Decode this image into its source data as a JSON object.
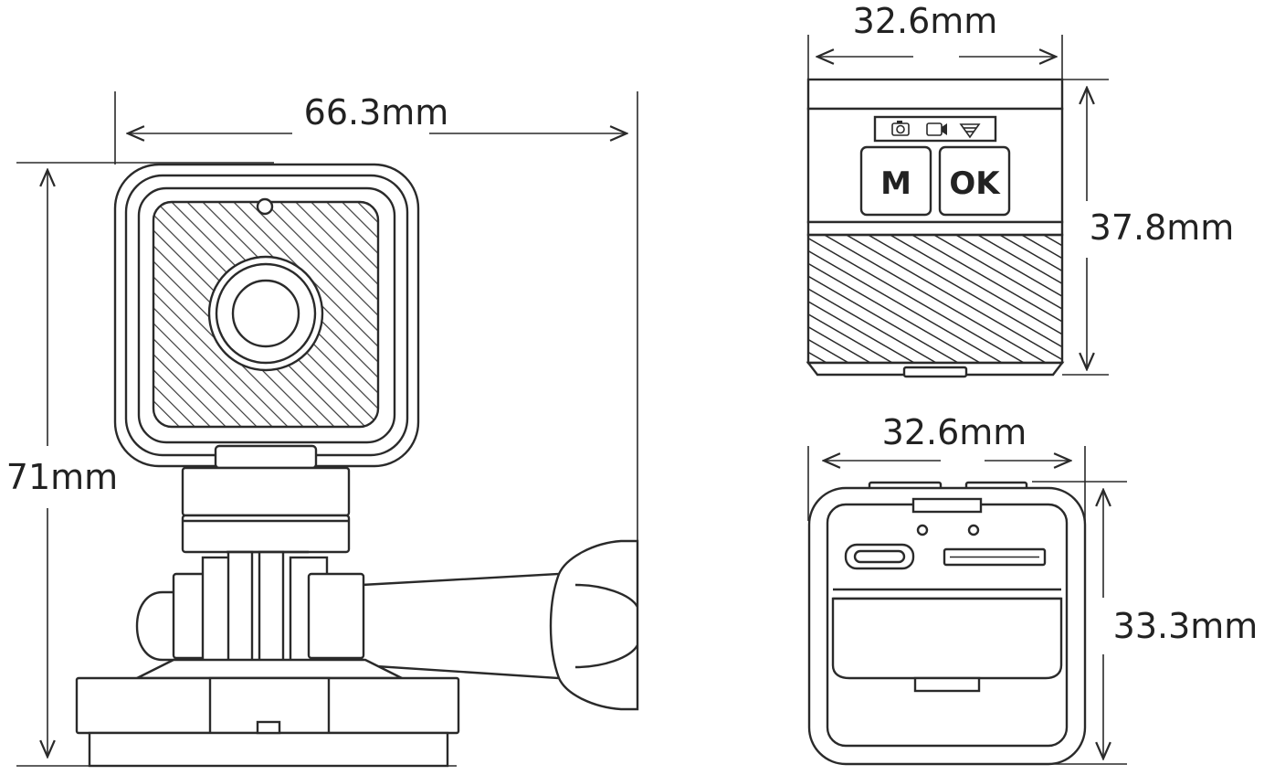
{
  "dimensions": {
    "front_width": "66.3mm",
    "front_height": "71mm",
    "top_width": "32.6mm",
    "top_depth": "37.8mm",
    "side_width": "32.6mm",
    "side_height": "33.3mm"
  },
  "buttons": {
    "mode_label": "M",
    "ok_label": "OK"
  },
  "icons": {
    "status_icons": [
      "camera-icon",
      "video-icon",
      "wifi-icon"
    ],
    "ports": [
      "micro-usb-port-icon",
      "sd-card-slot-icon"
    ]
  },
  "colors": {
    "line": "#2a2a2a",
    "hatch": "#3a3a3a",
    "background": "#ffffff"
  }
}
